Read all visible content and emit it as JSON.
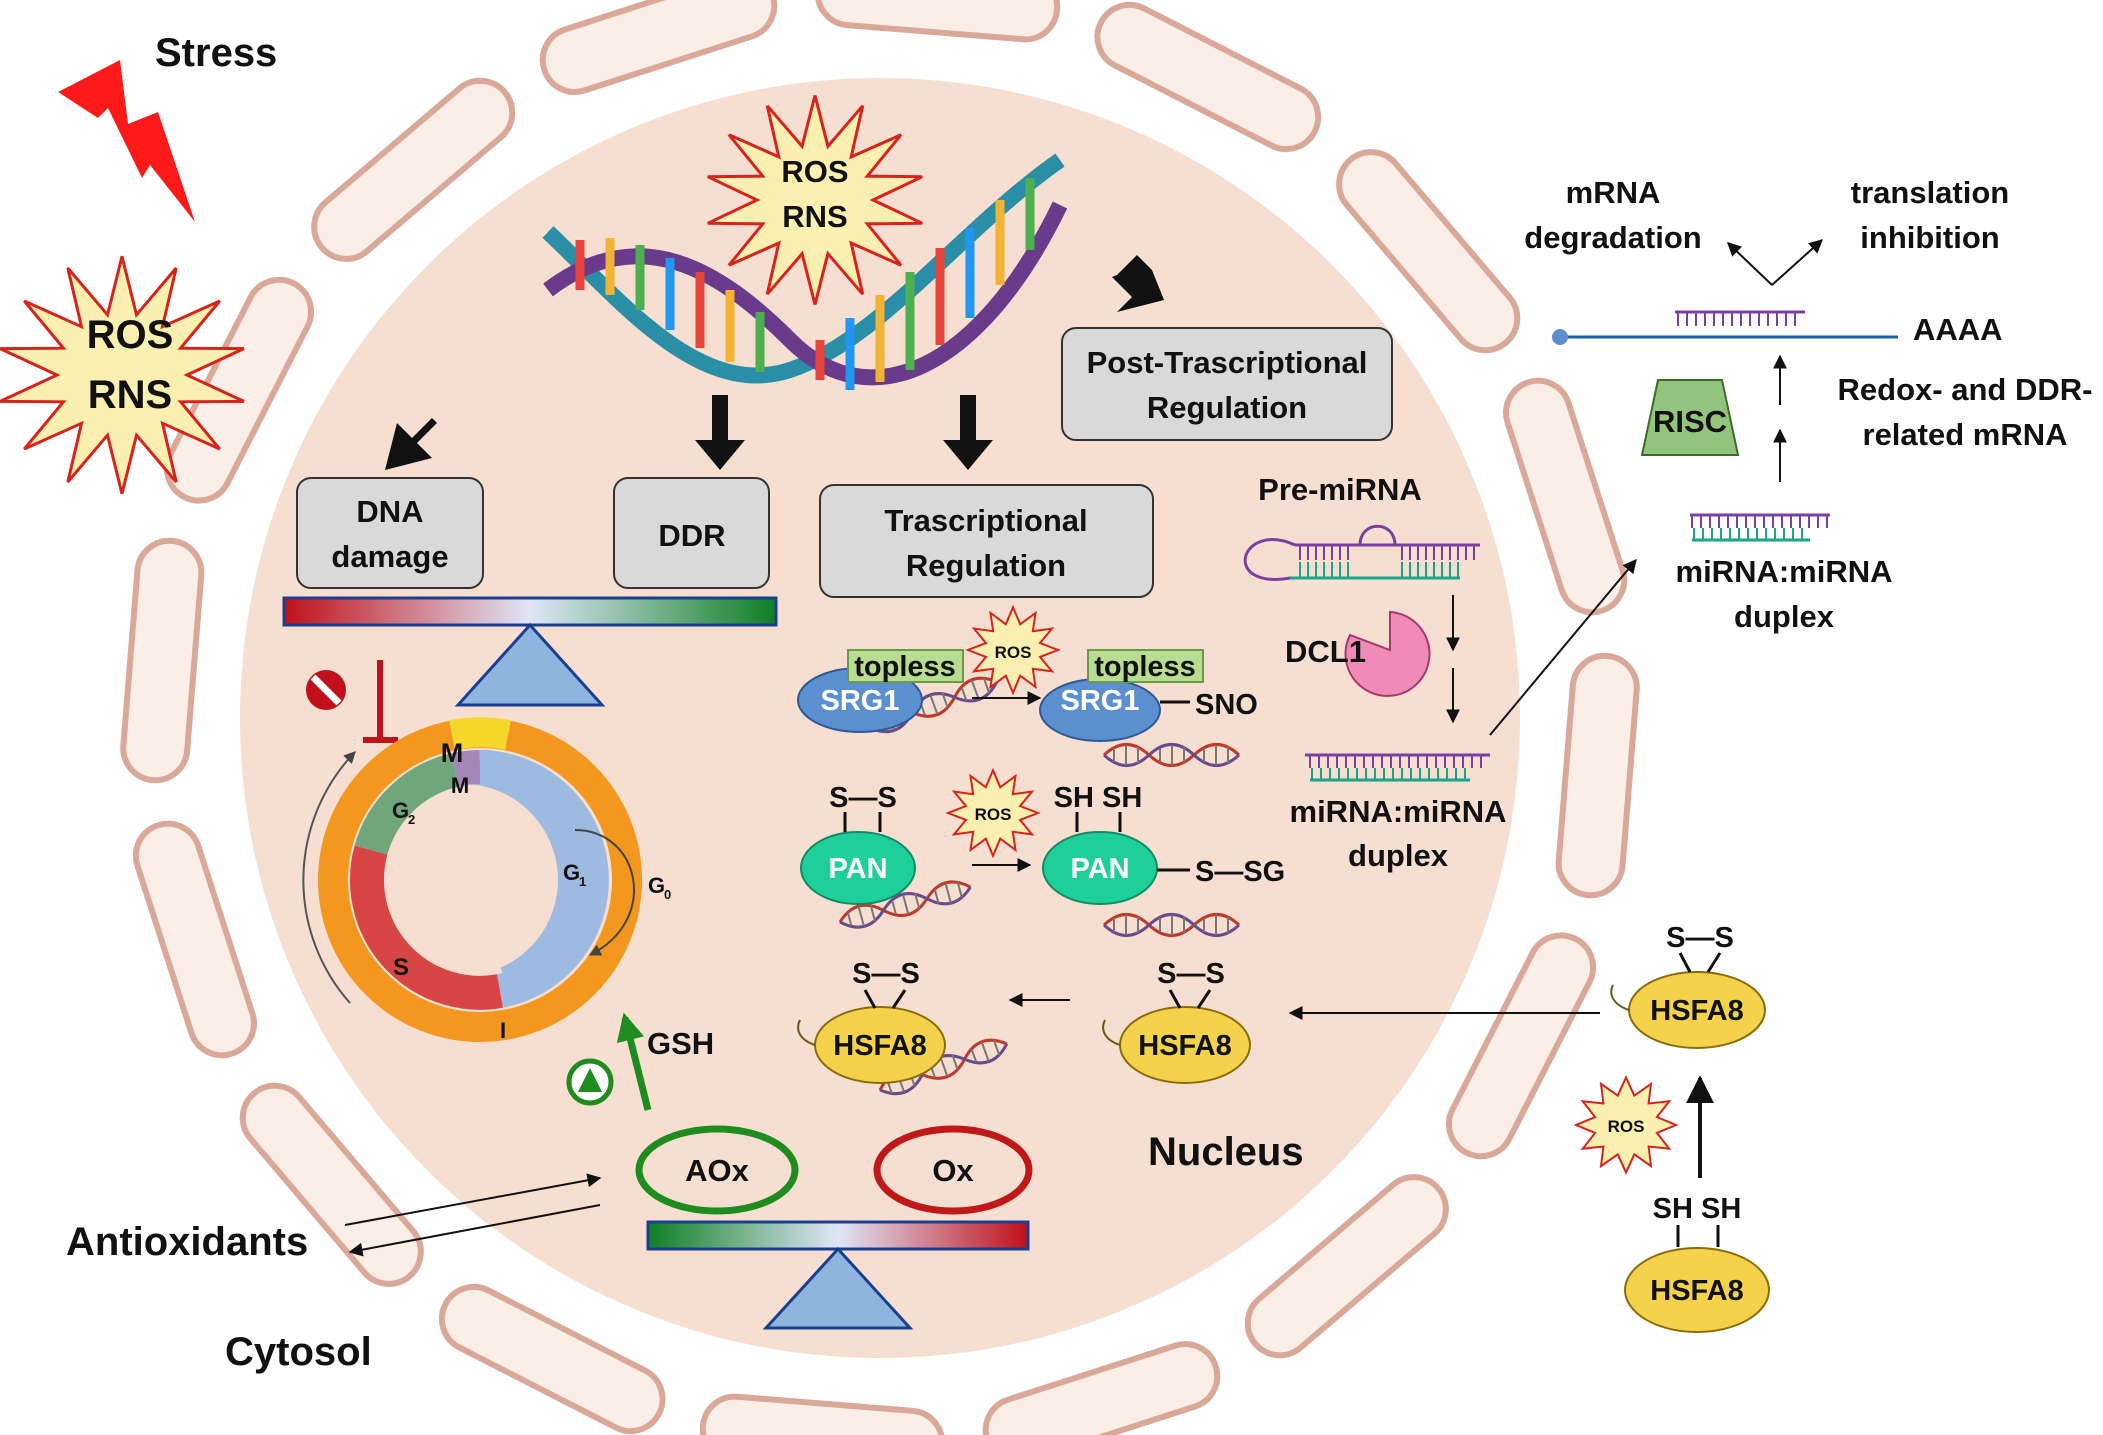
{
  "labels": {
    "stress": "Stress",
    "ros": "ROS",
    "rns": "RNS",
    "cytosol": "Cytosol",
    "nucleus": "Nucleus",
    "antioxidants": "Antioxidants",
    "gsh": "GSH",
    "aox": "AOx",
    "ox": "Ox"
  },
  "boxes": {
    "dna_damage_1": "DNA",
    "dna_damage_2": "damage",
    "ddr": "DDR",
    "transcriptional_1": "Trascriptional",
    "transcriptional_2": "Regulation",
    "post_transcriptional_1": "Post-Trascriptional",
    "post_transcriptional_2": "Regulation"
  },
  "cell_cycle": {
    "m_outer": "M",
    "m_inner": "M",
    "g2": "G",
    "g2_sub": "2",
    "g1": "G",
    "g1_sub": "1",
    "g0": "G",
    "g0_sub": "0",
    "s": "S",
    "i": "I"
  },
  "transcription": {
    "topless": "topless",
    "srg1": "SRG1",
    "sno": "SNO",
    "pan": "PAN",
    "s_s": "S—S",
    "sh_sh": "SH  SH",
    "s_sg": "S—SG",
    "hsfa8": "HSFA8"
  },
  "mirna": {
    "pre_mirna": "Pre-miRNA",
    "dcl1": "DCL1",
    "duplex_1": "miRNA:miRNA",
    "duplex_2": "duplex",
    "risc": "RISC",
    "redox_1": "Redox- and DDR-",
    "redox_2": "related mRNA",
    "aaaa": "AAAA",
    "mrna_deg_1": "mRNA",
    "mrna_deg_2": "degradation",
    "transl_1": "translation",
    "transl_2": "inhibition"
  },
  "colors": {
    "nucleus_fill": "#f6dfd0",
    "membrane_fill": "#fbeee6",
    "membrane_stroke": "#d9a898",
    "box_fill": "#d9d9d9",
    "srg1": "#5b8fd0",
    "pan": "#1fcf9a",
    "hsfa8": "#f5d24b",
    "aox": "#1e8c1e",
    "ox": "#c01818",
    "risc": "#93c47d",
    "dcl1": "#f08ab8",
    "lightning": "#ff1a1a",
    "topless": "#b6dd92"
  }
}
